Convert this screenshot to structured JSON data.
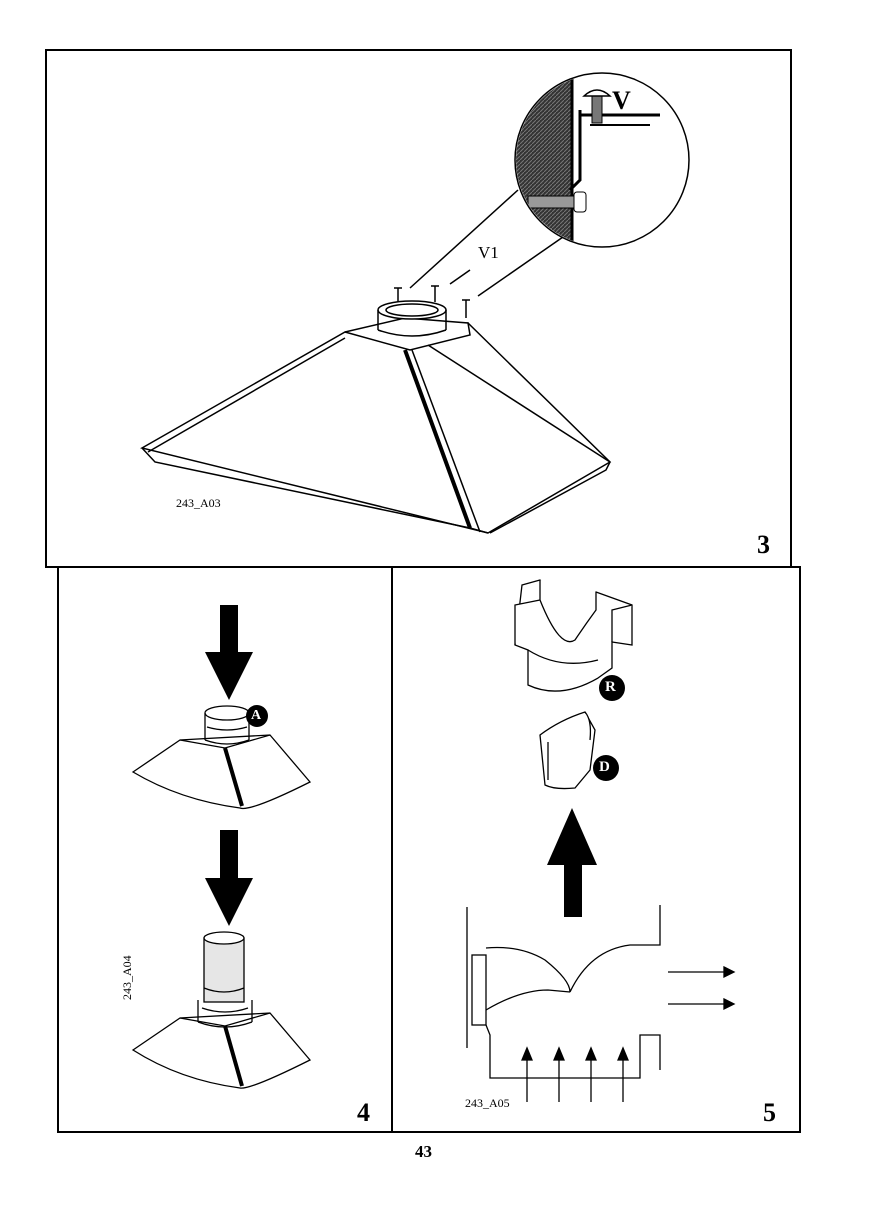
{
  "figure3": {
    "number": "3",
    "code": "243_A03",
    "screw_label": "V1",
    "detail_label": "V"
  },
  "figure4": {
    "number": "4",
    "code": "243_A04",
    "part_a": "A"
  },
  "figure5": {
    "number": "5",
    "code": "243_A05",
    "part_r": "R",
    "part_d": "D"
  },
  "page_number": "43"
}
